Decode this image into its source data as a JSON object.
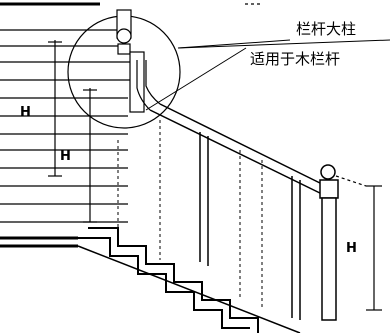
{
  "labels": {
    "callout_line1": "栏杆大柱",
    "callout_line2": "适用于木栏杆"
  },
  "dimensions": {
    "upper_left": "H",
    "lower_left": "H",
    "right": "H"
  }
}
